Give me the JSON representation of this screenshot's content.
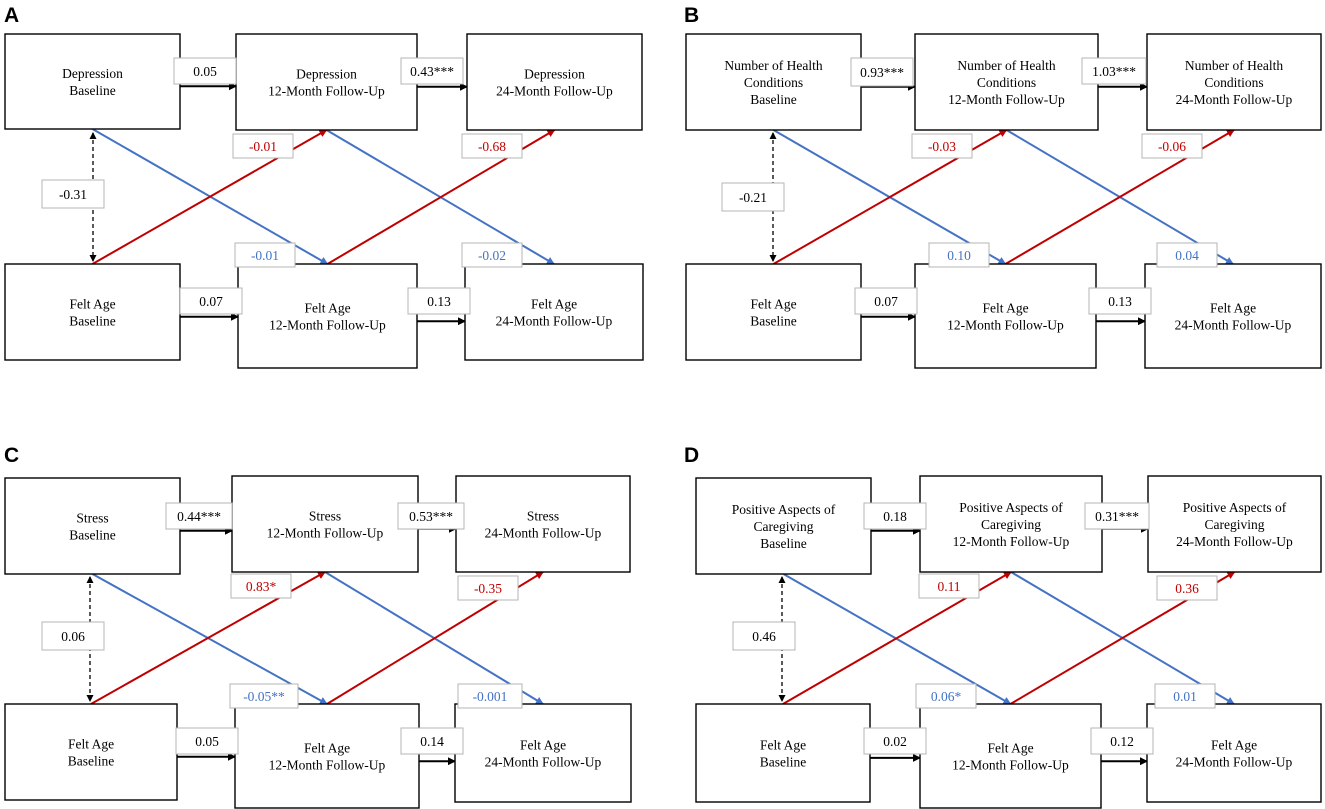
{
  "panels": [
    {
      "letter": "A",
      "boxes": {
        "top_baseline": [
          "Depression",
          "Baseline"
        ],
        "top_12": [
          "Depression",
          "12-Month Follow-Up"
        ],
        "top_24": [
          "Depression",
          "24-Month Follow-Up"
        ],
        "bot_baseline": [
          "Felt Age",
          "Baseline"
        ],
        "bot_12": [
          "Felt Age",
          "12-Month Follow-Up"
        ],
        "bot_24": [
          "Felt Age",
          "24-Month Follow-Up"
        ]
      },
      "coefficients": {
        "top_path_1": "0.05",
        "top_path_2": "0.43***",
        "bot_path_1": "0.07",
        "bot_path_2": "0.13",
        "correlation": "-0.31",
        "red_1": "-0.01",
        "red_2": "-0.68",
        "blue_1": "-0.01",
        "blue_2": "-0.02"
      }
    },
    {
      "letter": "B",
      "boxes": {
        "top_baseline": [
          "Number of Health",
          "Conditions",
          "Baseline"
        ],
        "top_12": [
          "Number of Health",
          "Conditions",
          "12-Month Follow-Up"
        ],
        "top_24": [
          "Number of Health",
          "Conditions",
          "24-Month Follow-Up"
        ],
        "bot_baseline": [
          "Felt Age",
          "Baseline"
        ],
        "bot_12": [
          "Felt Age",
          "12-Month Follow-Up"
        ],
        "bot_24": [
          "Felt Age",
          "24-Month Follow-Up"
        ]
      },
      "coefficients": {
        "top_path_1": "0.93***",
        "top_path_2": "1.03***",
        "bot_path_1": "0.07",
        "bot_path_2": "0.13",
        "correlation": "-0.21",
        "red_1": "-0.03",
        "red_2": "-0.06",
        "blue_1": "0.10",
        "blue_2": "0.04"
      }
    },
    {
      "letter": "C",
      "boxes": {
        "top_baseline": [
          "Stress",
          "Baseline"
        ],
        "top_12": [
          "Stress",
          "12-Month Follow-Up"
        ],
        "top_24": [
          "Stress",
          "24-Month Follow-Up"
        ],
        "bot_baseline": [
          "Felt Age",
          "Baseline"
        ],
        "bot_12": [
          "Felt Age",
          "12-Month Follow-Up"
        ],
        "bot_24": [
          "Felt Age",
          "24-Month Follow-Up"
        ]
      },
      "coefficients": {
        "top_path_1": "0.44***",
        "top_path_2": "0.53***",
        "bot_path_1": "0.05",
        "bot_path_2": "0.14",
        "correlation": "0.06",
        "red_1": "0.83*",
        "red_2": "-0.35",
        "blue_1": "-0.05**",
        "blue_2": "-0.001"
      }
    },
    {
      "letter": "D",
      "boxes": {
        "top_baseline": [
          "Positive Aspects of",
          "Caregiving",
          "Baseline"
        ],
        "top_12": [
          "Positive Aspects of",
          "Caregiving",
          "12-Month Follow-Up"
        ],
        "top_24": [
          "Positive Aspects of",
          "Caregiving",
          "24-Month Follow-Up"
        ],
        "bot_baseline": [
          "Felt Age",
          "Baseline"
        ],
        "bot_12": [
          "Felt Age",
          "12-Month Follow-Up"
        ],
        "bot_24": [
          "Felt Age",
          "24-Month Follow-Up"
        ]
      },
      "coefficients": {
        "top_path_1": "0.18",
        "top_path_2": "0.31***",
        "bot_path_1": "0.02",
        "bot_path_2": "0.12",
        "correlation": "0.46",
        "red_1": "0.11",
        "red_2": "0.36",
        "blue_1": "0.06*",
        "blue_2": "0.01"
      }
    }
  ]
}
